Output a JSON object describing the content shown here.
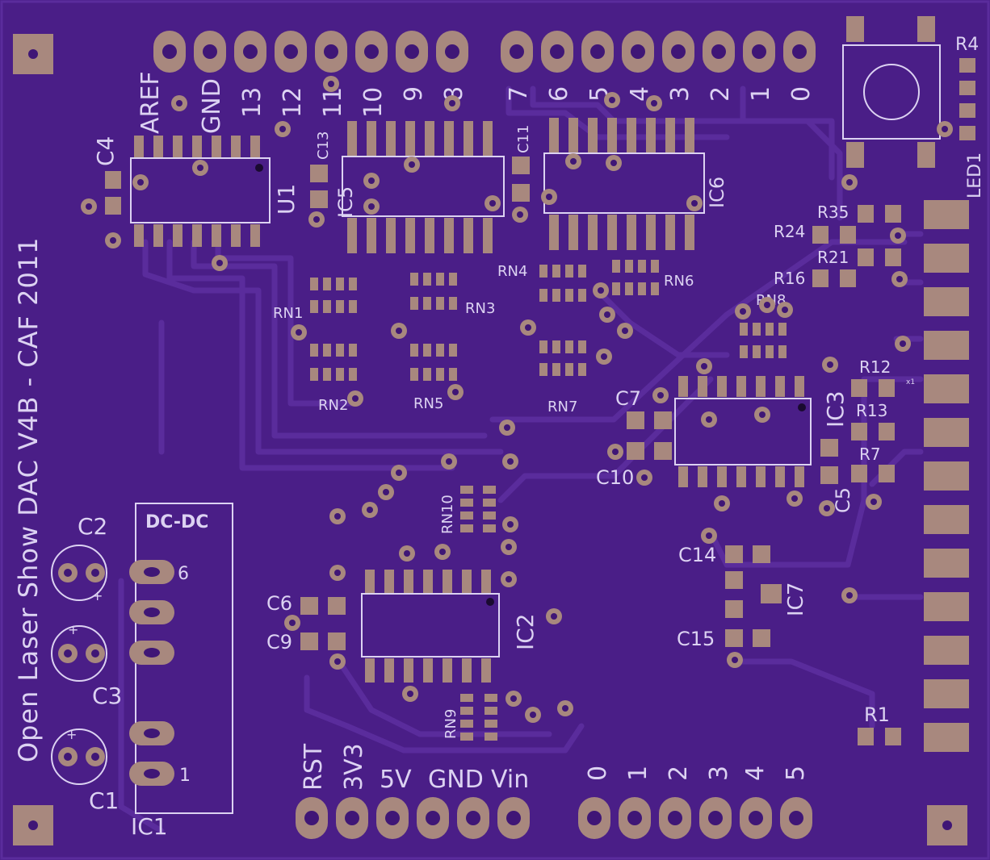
{
  "board": {
    "title": "Open Laser Show DAC V4B - CAF 2011",
    "colors": {
      "board": "#4a1e87",
      "copper": "#5a2c9c",
      "pad": "#a8887e",
      "silk": "#dcd2f2"
    }
  },
  "headers": {
    "digital_high": [
      "AREF",
      "GND",
      "13",
      "12",
      "11",
      "10",
      "9",
      "8"
    ],
    "digital_low": [
      "7",
      "6",
      "5",
      "4",
      "3",
      "2",
      "1",
      "0"
    ],
    "power": [
      "RST",
      "3V3",
      "5V",
      "GND",
      "Vin"
    ],
    "analog": [
      "0",
      "1",
      "2",
      "3",
      "4",
      "5"
    ]
  },
  "components": {
    "C1": "C1",
    "C2": "C2",
    "C3": "C3",
    "C4": "C4",
    "C5": "C5",
    "C6": "C6",
    "C7": "C7",
    "C9": "C9",
    "C10": "C10",
    "C11": "C11",
    "C13": "C13",
    "C14": "C14",
    "C15": "C15",
    "U1": "U1",
    "IC1": "IC1",
    "IC2": "IC2",
    "IC3": "IC3",
    "IC5": "IC5",
    "IC6": "IC6",
    "IC7": "IC7",
    "RN1": "RN1",
    "RN2": "RN2",
    "RN3": "RN3",
    "RN4": "RN4",
    "RN5": "RN5",
    "RN6": "RN6",
    "RN7": "RN7",
    "RN8": "RN8",
    "RN9": "RN9",
    "RN10": "RN10",
    "R1": "R1",
    "R4": "R4",
    "R7": "R7",
    "R12": "R12",
    "R13": "R13",
    "R16": "R16",
    "R21": "R21",
    "R24": "R24",
    "R35": "R35",
    "LED1": "LED1"
  },
  "dcdc": {
    "label": "DC-DC",
    "pin_high": "6",
    "pin_low": "1"
  },
  "cap_polarity": "+",
  "small_mark": "x1"
}
